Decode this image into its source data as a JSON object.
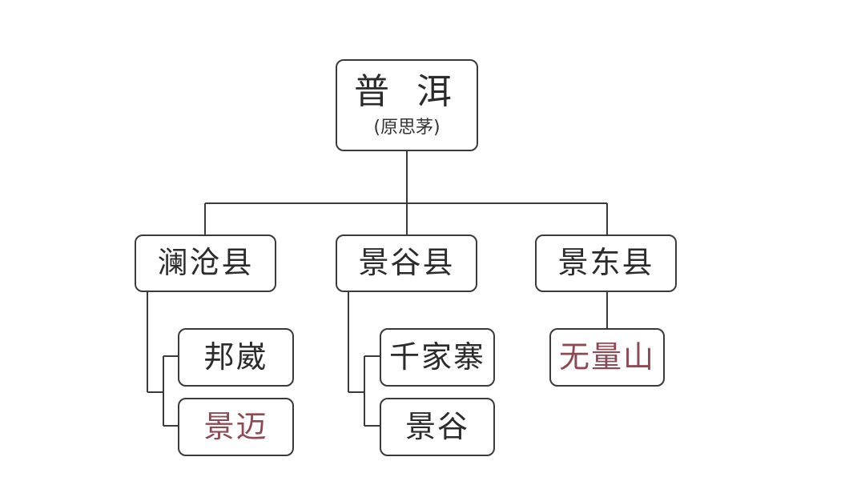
{
  "root": {
    "label": "普 洱",
    "sub": "(原思茅)"
  },
  "counties": [
    {
      "label": "澜沧县",
      "children": [
        {
          "label": "邦崴",
          "highlight": false
        },
        {
          "label": "景迈",
          "highlight": true
        }
      ]
    },
    {
      "label": "景谷县",
      "children": [
        {
          "label": "千家寨",
          "highlight": false
        },
        {
          "label": "景谷",
          "highlight": false
        }
      ]
    },
    {
      "label": "景东县",
      "children": [
        {
          "label": "无量山",
          "highlight": true
        }
      ]
    }
  ],
  "colors": {
    "line": "#3a3a3a",
    "highlight_text": "#8e4a52"
  }
}
